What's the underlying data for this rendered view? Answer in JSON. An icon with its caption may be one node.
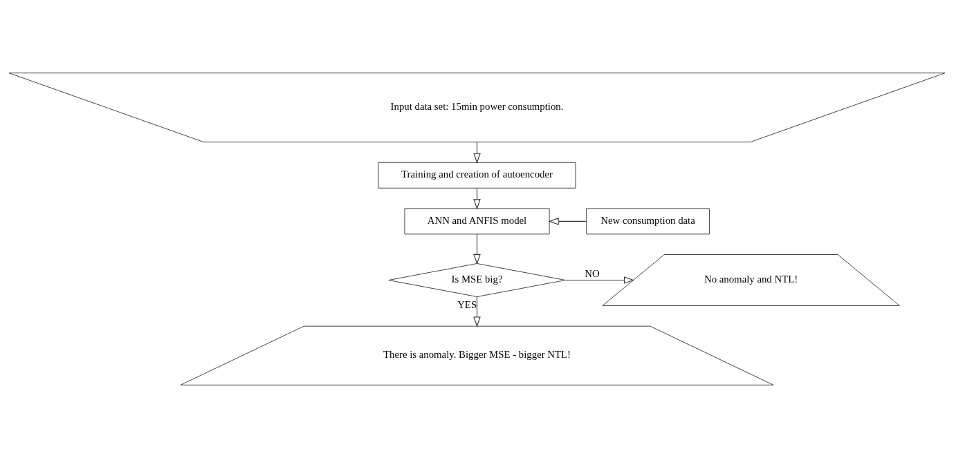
{
  "diagram": {
    "nodes": [
      {
        "text": [
          "Input data set: 15min power consumption."
        ]
      },
      {
        "text": [
          "Training and creation of autoencoder"
        ]
      },
      {
        "text": [
          "ANN and ANFIS model"
        ]
      },
      {
        "text": [
          "New consumption data"
        ]
      },
      {
        "text": [
          "Is MSE big?"
        ]
      },
      {
        "text": [
          "No anomaly and NTL!"
        ]
      },
      {
        "text": [
          "There is anomaly. Bigger MSE - bigger NTL!"
        ]
      }
    ],
    "edges": [
      {
        "from": 0,
        "to": 1,
        "arrow": "to"
      },
      {
        "from": 1,
        "to": 2,
        "arrow": "to"
      },
      {
        "from": 3,
        "to": 2,
        "arrow": "to"
      },
      {
        "from": 2,
        "to": 4,
        "arrow": "to"
      },
      {
        "from": 4,
        "to": 5,
        "arrow": "to",
        "label": "NO"
      },
      {
        "from": 4,
        "to": 6,
        "arrow": "to",
        "label": "YES"
      }
    ]
  }
}
